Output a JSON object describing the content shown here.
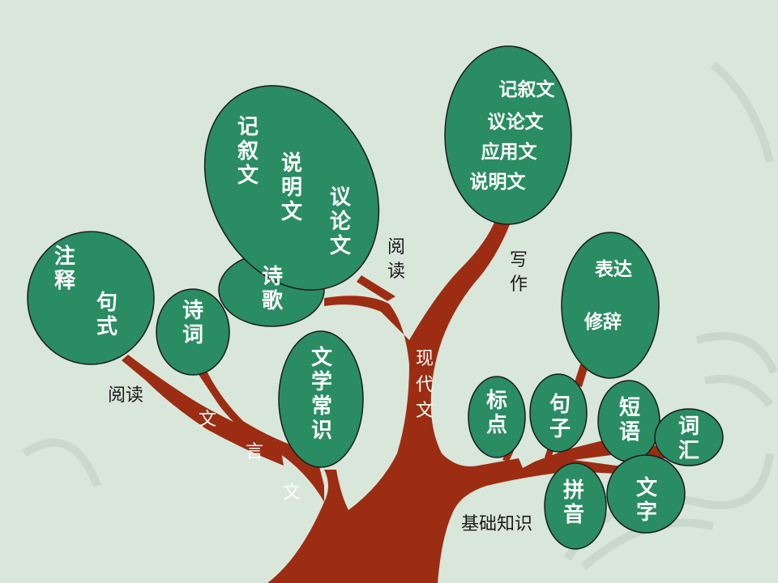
{
  "leaves": {
    "zhushi": "注释",
    "jushi": "句式",
    "shici": "诗词",
    "shige": "诗歌",
    "jixu_wen": "记叙文",
    "shuoming_wen": "说明文",
    "yilun_wen": "议论文",
    "wenxue_changshi": "文学常识",
    "modern_1": "记叙文",
    "modern_2": "议论文",
    "modern_3": "应用文",
    "modern_4": "说明文",
    "biaoda": "表达",
    "xiuci": "修辞",
    "biaodian": "标点",
    "juzi": "句子",
    "duanyu": "短语",
    "cihui": "词汇",
    "pinyin": "拼音",
    "wenzi": "文字"
  },
  "branch_labels": {
    "wenyanwen": "文言文",
    "xiandaiwen": "现代文"
  },
  "labels": {
    "yuedu_left": "阅读",
    "yuedu_top": "阅读",
    "xiezuo": "写作",
    "jichu_zhishi": "基础知识"
  },
  "colors": {
    "background": "#d9e7db",
    "leaf": "#2a8c62",
    "trunk": "#9c2d12"
  }
}
